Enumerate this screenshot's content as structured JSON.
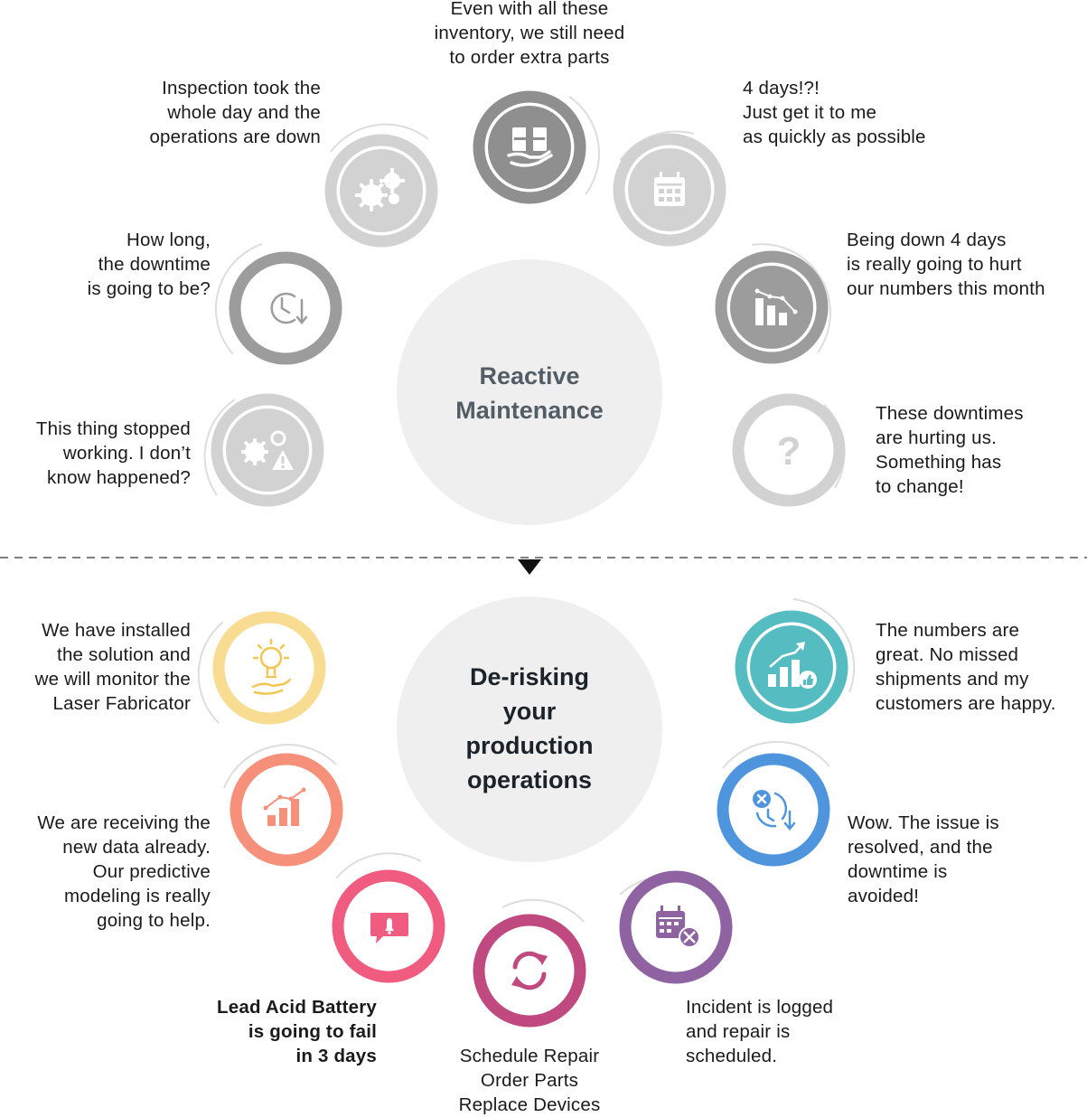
{
  "reactive": {
    "title": [
      "Reactive",
      "Maintenance"
    ],
    "nodes": [
      {
        "id": "inventory",
        "icon": "hand-box-icon",
        "lines": [
          "Even with all these",
          "inventory, we still need",
          "to order extra parts"
        ]
      },
      {
        "id": "four-days",
        "icon": "calendar-icon",
        "lines": [
          "4 days!?!",
          "Just get it to me",
          "as quickly as possible"
        ]
      },
      {
        "id": "numbers-hurt",
        "icon": "declining-chart-icon",
        "lines": [
          "Being down 4 days",
          "is really going to hurt",
          "our numbers this month"
        ]
      },
      {
        "id": "change",
        "icon": "question-icon",
        "lines": [
          "These downtimes",
          "are hurting us.",
          "Something has",
          "to change!"
        ]
      },
      {
        "id": "stopped",
        "icon": "gears-warning-icon",
        "lines": [
          "This thing stopped",
          "working. I don’t",
          "know happened?"
        ]
      },
      {
        "id": "how-long",
        "icon": "clock-down-icon",
        "lines": [
          "How long,",
          "the downtime",
          "is going to be?"
        ]
      },
      {
        "id": "inspection",
        "icon": "gears-icon",
        "lines": [
          "Inspection took the",
          "whole day and the",
          "operations are down"
        ]
      }
    ]
  },
  "derisking": {
    "title": [
      "De-risking",
      "your",
      "production",
      "operations"
    ],
    "nodes": [
      {
        "id": "installed",
        "icon": "lightbulb-hand-icon",
        "color": "#F8DC92",
        "lines": [
          "We have installed",
          "the solution and",
          "we will monitor the",
          "Laser Fabricator"
        ]
      },
      {
        "id": "receiving",
        "icon": "growth-chart-icon",
        "color": "#F7907A",
        "lines": [
          "We are receiving the",
          "new data already.",
          "Our predictive",
          "modeling is really",
          "going to help."
        ]
      },
      {
        "id": "battery",
        "icon": "alert-bell-icon",
        "color": "#F05C7F",
        "lines": [
          "Lead Acid Battery",
          "is going to fail",
          "in 3 days"
        ]
      },
      {
        "id": "schedule",
        "icon": "refresh-icon",
        "color": "#C0497F",
        "lines": [
          "Schedule Repair",
          "Order Parts",
          "Replace Devices"
        ]
      },
      {
        "id": "incident",
        "icon": "calendar-tools-icon",
        "color": "#8F63A2",
        "lines": [
          "Incident is logged",
          "and repair is",
          "scheduled."
        ]
      },
      {
        "id": "resolved",
        "icon": "resolved-clock-icon",
        "color": "#4E95DD",
        "lines": [
          "Wow. The issue is",
          "resolved, and the",
          "downtime is",
          "avoided!"
        ]
      },
      {
        "id": "great",
        "icon": "thumbs-up-chart-icon",
        "color": "#55BCC2",
        "lines": [
          "The numbers are",
          "great. No missed",
          "shipments and my",
          "customers are happy."
        ]
      }
    ]
  }
}
